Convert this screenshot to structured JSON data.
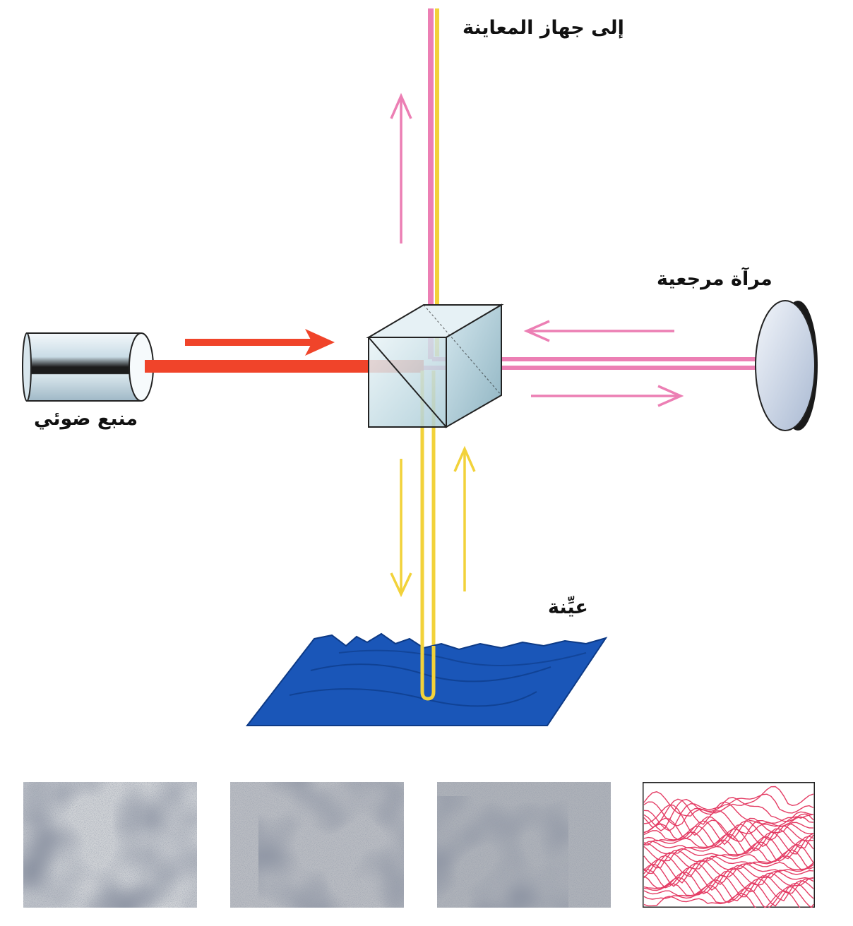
{
  "labels": {
    "observer": "إلى جهاز المعاينة",
    "reference_mirror": "مرآة مرجعية",
    "light_source": "منبع ضوئي",
    "sample": "عيِّنة"
  },
  "colors": {
    "source_beam": "#f0442a",
    "reference_beam": "#ec7fb4",
    "sample_beam": "#f2d23a",
    "sample_surface": "#1a56b8",
    "cube_glass": "#cfe6ee",
    "mirror_face": "#dde6f2",
    "output_map": "#e43c64"
  },
  "icons": {
    "source": "cylinder-light-source-icon",
    "splitter": "beam-splitter-cube-icon",
    "mirror": "disc-mirror-icon"
  }
}
